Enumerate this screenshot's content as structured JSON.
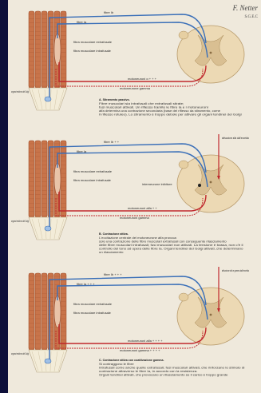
{
  "signature": {
    "text": "F. Netter",
    "code": "S.G.E.C"
  },
  "colors": {
    "background": "#0d0f3a",
    "paper": "#efe9dc",
    "muscle": "#c8744a",
    "muscle_dark": "#9b4a28",
    "afferent": "#3a6fb8",
    "efferent": "#c0282d",
    "spinal_cord": "#ecd9b4"
  },
  "panels": [
    {
      "id": "A",
      "labels": {
        "fiber_ib": "fibre Ib",
        "fiber_ia": "fibre Ia",
        "extrafusal": "fibra muscolare extrafusale",
        "intrafusal": "fibra muscolare intrafusale",
        "golgi": "organo tendineo del Golgi",
        "alpha_motor": "motoneuroni α + + +",
        "gamma_motor": "motoneurone gamma"
      },
      "caption_title": "A. Stiramento passivo.",
      "caption_lines": [
        "Fibre muscolari sia intrafusali che extrafusali stirate;",
        "fusi muscolari attivati. Un riflesso tramite le fibre Ia e i motoneuroni",
        "alfa determina una contrazione secondaria (base del riflesso da stiramento, come",
        "il riflesso rotuleo). Lo stiramento è troppo debole per attivare gli organi tendinei del Golgi"
      ]
    },
    {
      "id": "B",
      "labels": {
        "fiber_ib": "fibre Ib + +",
        "fiber_ia": "fibre Ia",
        "extrafusal": "fibra muscolare extrafusale",
        "intrafusal": "fibra muscolare intrafusale",
        "interneuron": "interneurone inibitore",
        "golgi": "organo tendineo del Golgi",
        "alpha_motor": "motoneuroni alfa + +",
        "gamma_motor": "motoneuroni gamma",
        "cortical": "attivazione alfa dall'encefalo"
      },
      "caption_title": "B. Contrazione attiva.",
      "caption_lines": [
        "L'eccitazione centrale del motoneurone alfa provoca",
        "solo una contrazione delle fibre muscolari extrafusali con conseguente rilasciamento",
        "delle fibre muscolari intrafusali; fusi muscolari non attivati. La tensione è bassa, non c'è il",
        "controllo del tono ad opera delle fibre Ia. Organi tendinei del Golgi attivati, che determinano",
        "un rilasciamento"
      ]
    },
    {
      "id": "C",
      "labels": {
        "fiber_ib": "fibre Ib + + +",
        "fiber_ia": "fibre Ia + + +",
        "extrafusal": "fibra muscolare extrafusale",
        "intrafusal": "fibra muscolare intrafusale",
        "golgi": "organo tendineo del Golgi",
        "alpha_motor": "motoneuroni alfa + + + +",
        "gamma_motor": "motoneuroni gamma + + + +",
        "cortical": "attivazione alfa e gamma dall'encefalo"
      },
      "caption_title": "C. Contrazione attiva con coattivazione gamma.",
      "caption_lines": [
        "Si contraggono le fibre",
        "intrafusali come anche quelle extrafusali; fusi muscolari attivati, che rinforzano lo stimolo di",
        "contrazione attraverso le fibre Ia, in accordo con la resistenza.",
        "Organi tendinei attivati, che provocano un rilasciamento se il carico è troppo grande"
      ]
    }
  ]
}
